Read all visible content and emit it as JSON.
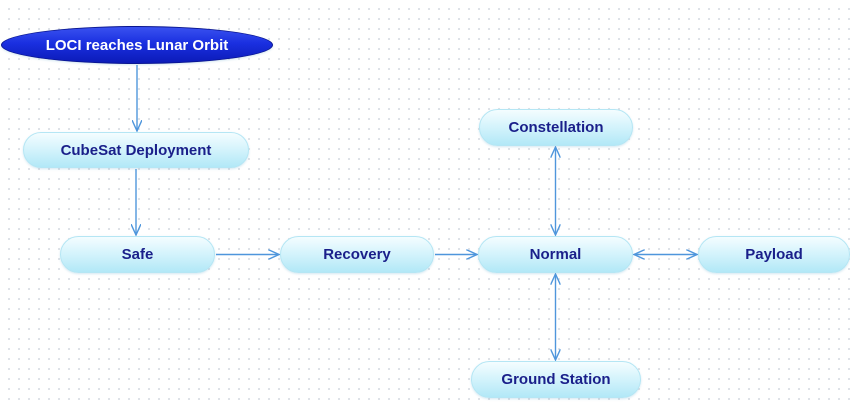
{
  "colors": {
    "start_fill": "#1a2fe0",
    "node_fill": "#d6f4fc",
    "node_text": "#1a1f8a",
    "edge": "#4f96dc"
  },
  "diagram": {
    "type": "state-flow",
    "nodes": [
      {
        "id": "loci",
        "label": "LOCI reaches Lunar Orbit",
        "style": "start"
      },
      {
        "id": "cubesat",
        "label": "CubeSat Deployment",
        "style": "state"
      },
      {
        "id": "safe",
        "label": "Safe",
        "style": "state"
      },
      {
        "id": "recovery",
        "label": "Recovery",
        "style": "state"
      },
      {
        "id": "normal",
        "label": "Normal",
        "style": "state"
      },
      {
        "id": "constellation",
        "label": "Constellation",
        "style": "state"
      },
      {
        "id": "payload",
        "label": "Payload",
        "style": "state"
      },
      {
        "id": "ground",
        "label": "Ground Station",
        "style": "state"
      }
    ],
    "edges": [
      {
        "from": "loci",
        "to": "cubesat",
        "direction": "forward"
      },
      {
        "from": "cubesat",
        "to": "safe",
        "direction": "forward"
      },
      {
        "from": "safe",
        "to": "recovery",
        "direction": "forward"
      },
      {
        "from": "recovery",
        "to": "normal",
        "direction": "forward"
      },
      {
        "from": "normal",
        "to": "constellation",
        "direction": "both"
      },
      {
        "from": "normal",
        "to": "payload",
        "direction": "both"
      },
      {
        "from": "normal",
        "to": "ground",
        "direction": "both"
      }
    ]
  }
}
